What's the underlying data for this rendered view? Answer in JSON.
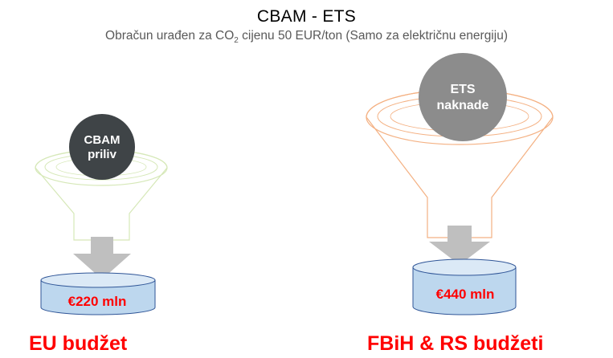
{
  "title": "CBAM - ETS",
  "subtitle": {
    "before": "Obračun urađen za CO",
    "subscript": "2",
    "after": " cijenu 50 EUR/ton (Samo za električnu energiju)"
  },
  "left": {
    "circle_line1": "CBAM",
    "circle_line2": "priliv",
    "amount": "€220 mln",
    "budget_label": "EU budžet",
    "funnel_color": "#d6e8b8"
  },
  "right": {
    "circle_line1": "ETS",
    "circle_line2": "naknade",
    "amount": "€440 mln",
    "budget_label": "FBiH & RS budžeti",
    "funnel_color": "#f4b183"
  },
  "colors": {
    "left_circle": "#3f4447",
    "right_circle": "#8c8c8c",
    "arrow": "#bfbfbf",
    "cylinder_fill": "#bdd7ee",
    "cylinder_top": "#dbe9f6",
    "cylinder_stroke": "#2f5597",
    "amount_text": "#ff0000"
  }
}
